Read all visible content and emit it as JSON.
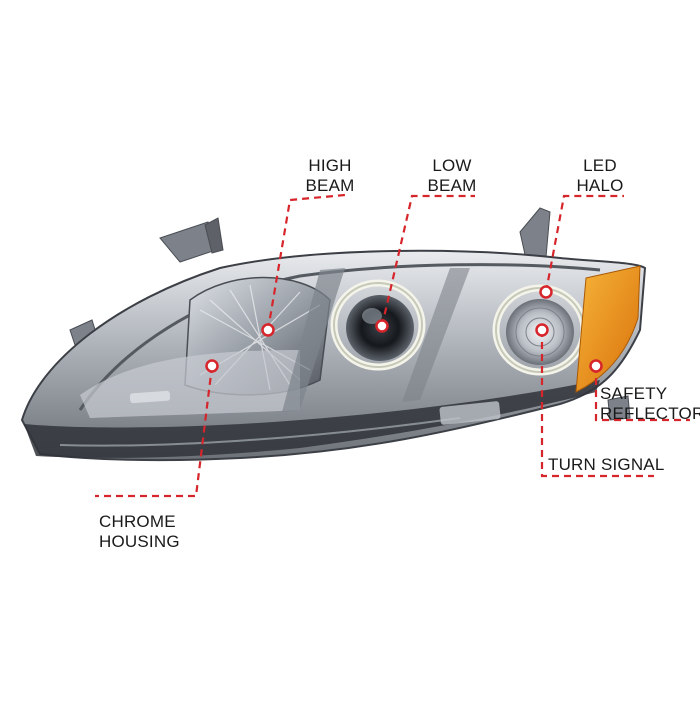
{
  "callouts": {
    "high_beam": [
      "HIGH",
      "BEAM"
    ],
    "low_beam": [
      "LOW",
      "BEAM"
    ],
    "led_halo": [
      "LED",
      "HALO"
    ],
    "safety_reflector": [
      "SAFETY",
      "REFLECTOR"
    ],
    "turn_signal": [
      "TURN SIGNAL"
    ],
    "chrome_housing": [
      "CHROME",
      "HOUSING"
    ]
  },
  "colors": {
    "callout_line": "#d6252b",
    "text": "#1a1a1a",
    "amber": "#e88a10",
    "chrome": "#b8bcc2",
    "housing_dark": "#2f3338"
  }
}
